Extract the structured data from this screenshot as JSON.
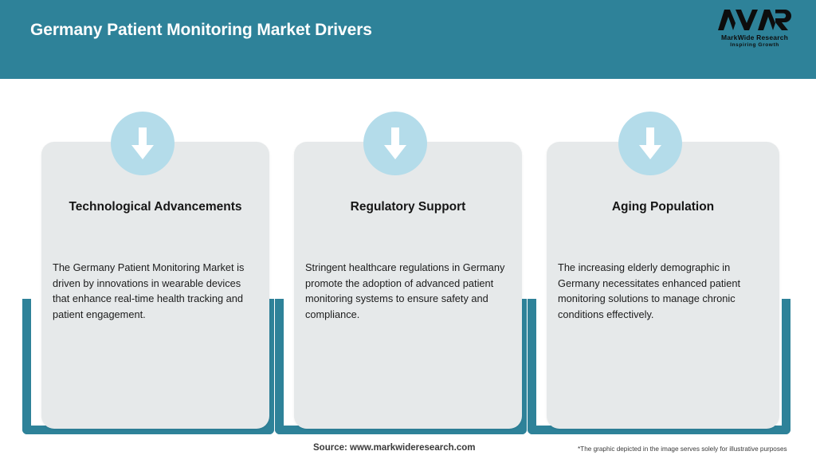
{
  "header": {
    "title": "Germany Patient Monitoring Market Drivers",
    "background_color": "#2e8299",
    "title_color": "#ffffff"
  },
  "logo": {
    "mark": "MWR",
    "name": "MarkWide Research",
    "tagline": "Inspiring Growth"
  },
  "theme": {
    "accent_teal": "#2e8299",
    "badge_blue": "#b4dcea",
    "card_grey": "#e6e9ea",
    "arrow_white": "#ffffff"
  },
  "cards": [
    {
      "icon": "down-arrow-icon",
      "title": "Technological Advancements",
      "body": "The Germany Patient Monitoring Market is driven by innovations in wearable devices that enhance real-time health tracking and patient engagement."
    },
    {
      "icon": "down-arrow-icon",
      "title": "Regulatory Support",
      "body": "Stringent healthcare regulations in Germany promote the adoption of advanced patient monitoring systems to ensure safety and compliance."
    },
    {
      "icon": "down-arrow-icon",
      "title": "Aging Population",
      "body": "The increasing elderly demographic in Germany necessitates enhanced patient monitoring solutions to manage chronic conditions effectively."
    }
  ],
  "footer": {
    "source": "Source: www.markwideresearch.com",
    "disclaimer": "*The graphic depicted in the image serves solely for illustrative purposes"
  }
}
